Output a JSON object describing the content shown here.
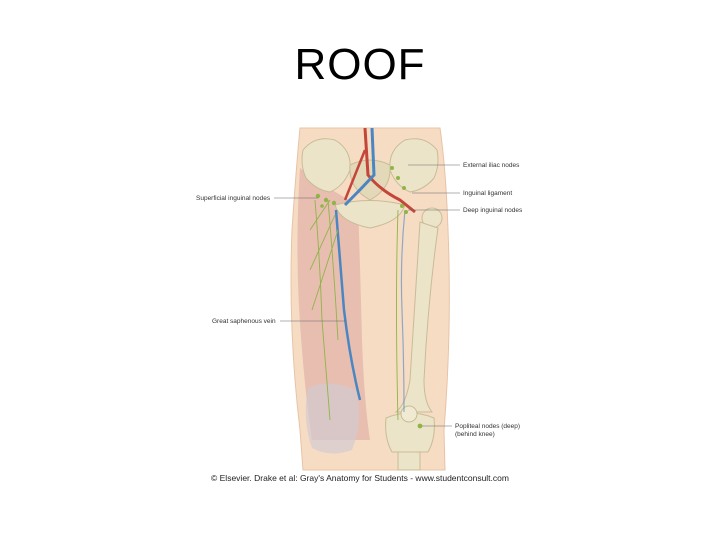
{
  "slide": {
    "title": "ROOF"
  },
  "figure": {
    "labels": {
      "external_iliac_nodes": "External iliac nodes",
      "inguinal_ligament": "Inguinal ligament",
      "deep_inguinal_nodes": "Deep inguinal nodes",
      "superficial_inguinal_nodes": "Superficial inguinal nodes",
      "great_saphenous_vein": "Great saphenous vein",
      "popliteal_nodes_line1": "Popliteal nodes (deep)",
      "popliteal_nodes_line2": "(behind knee)"
    },
    "credit": "© Elsevier. Drake et al: Gray's Anatomy for Students - www.studentconsult.com",
    "colors": {
      "skin": "#f7dcc4",
      "muscle": "#d6a9a0",
      "bone": "#ece4c8",
      "vein": "#4a86c2",
      "artery": "#c4463a",
      "lymph": "#8fb548"
    }
  }
}
